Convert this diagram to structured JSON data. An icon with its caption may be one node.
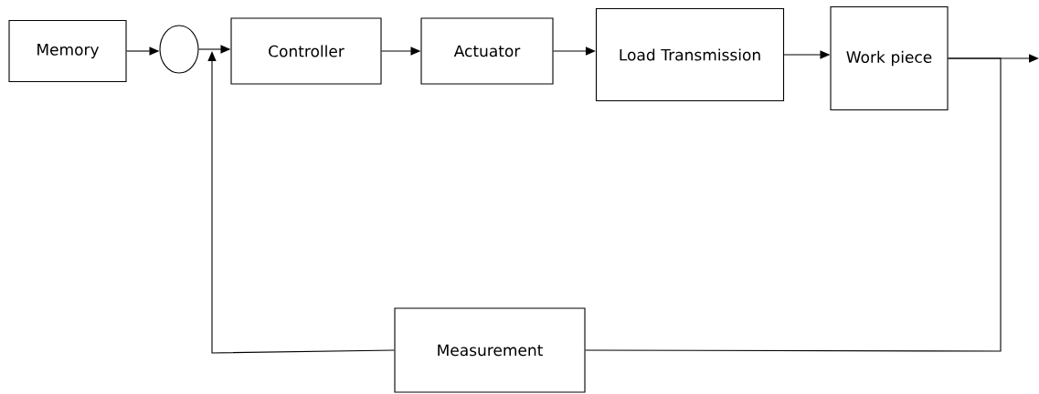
{
  "diagram": {
    "nodes": [
      {
        "text": [
          "Memory"
        ]
      },
      {
        "text": [],
        "shape": "circle"
      },
      {
        "text": [
          "Controller"
        ]
      },
      {
        "text": [
          "Actuator"
        ]
      },
      {
        "text": [
          "Load Transmission"
        ]
      },
      {
        "text": [
          "Work piece"
        ]
      },
      {
        "text": [
          "Measurement"
        ]
      }
    ],
    "edges": [
      {
        "from": 0,
        "to": 1,
        "arrow": "to"
      },
      {
        "from": 1,
        "to": 2,
        "arrow": "to"
      },
      {
        "from": 2,
        "to": 3,
        "arrow": "to"
      },
      {
        "from": 3,
        "to": 4,
        "arrow": "to"
      },
      {
        "from": 4,
        "to": 5,
        "arrow": "to"
      },
      {
        "from": 5,
        "to": null,
        "arrow": "to"
      },
      {
        "from": 5,
        "to": 6,
        "arrow": "none"
      },
      {
        "from": 6,
        "to": 1,
        "arrow": "to"
      }
    ]
  }
}
